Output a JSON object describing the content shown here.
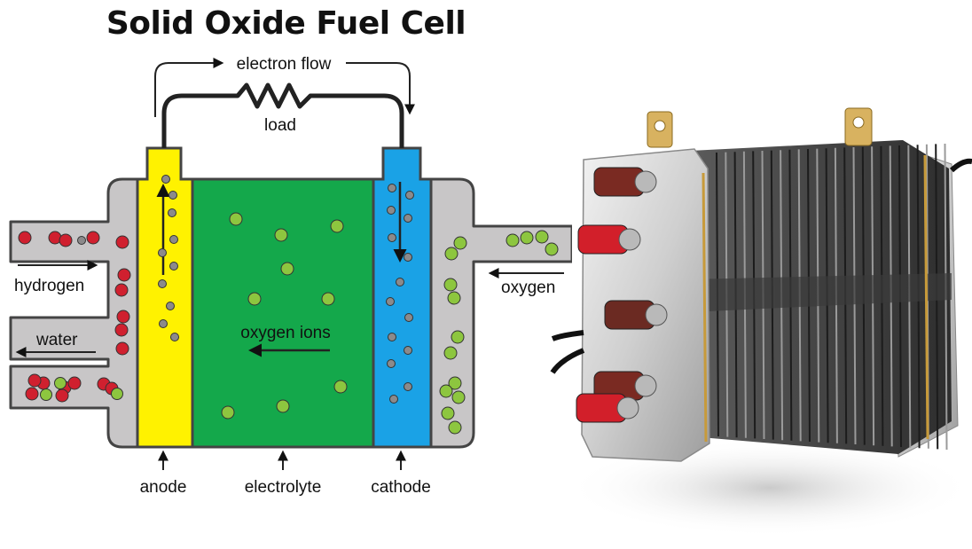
{
  "title": "Solid Oxide Fuel Cell",
  "labels": {
    "electron_flow": "electron flow",
    "load": "load",
    "hydrogen": "hydrogen",
    "water": "water",
    "oxygen": "oxygen",
    "oxygen_ions": "oxygen ions",
    "anode": "anode",
    "electrolyte": "electrolyte",
    "cathode": "cathode"
  },
  "colors": {
    "casing": "#c8c6c7",
    "outline": "#444444",
    "anode": "#fff200",
    "electrolyte": "#14a84b",
    "cathode": "#1aa2e6",
    "hydrogen_molecule": "#d0202f",
    "oxygen_molecule": "#8dc63f",
    "electron": "#8c8a8b"
  }
}
